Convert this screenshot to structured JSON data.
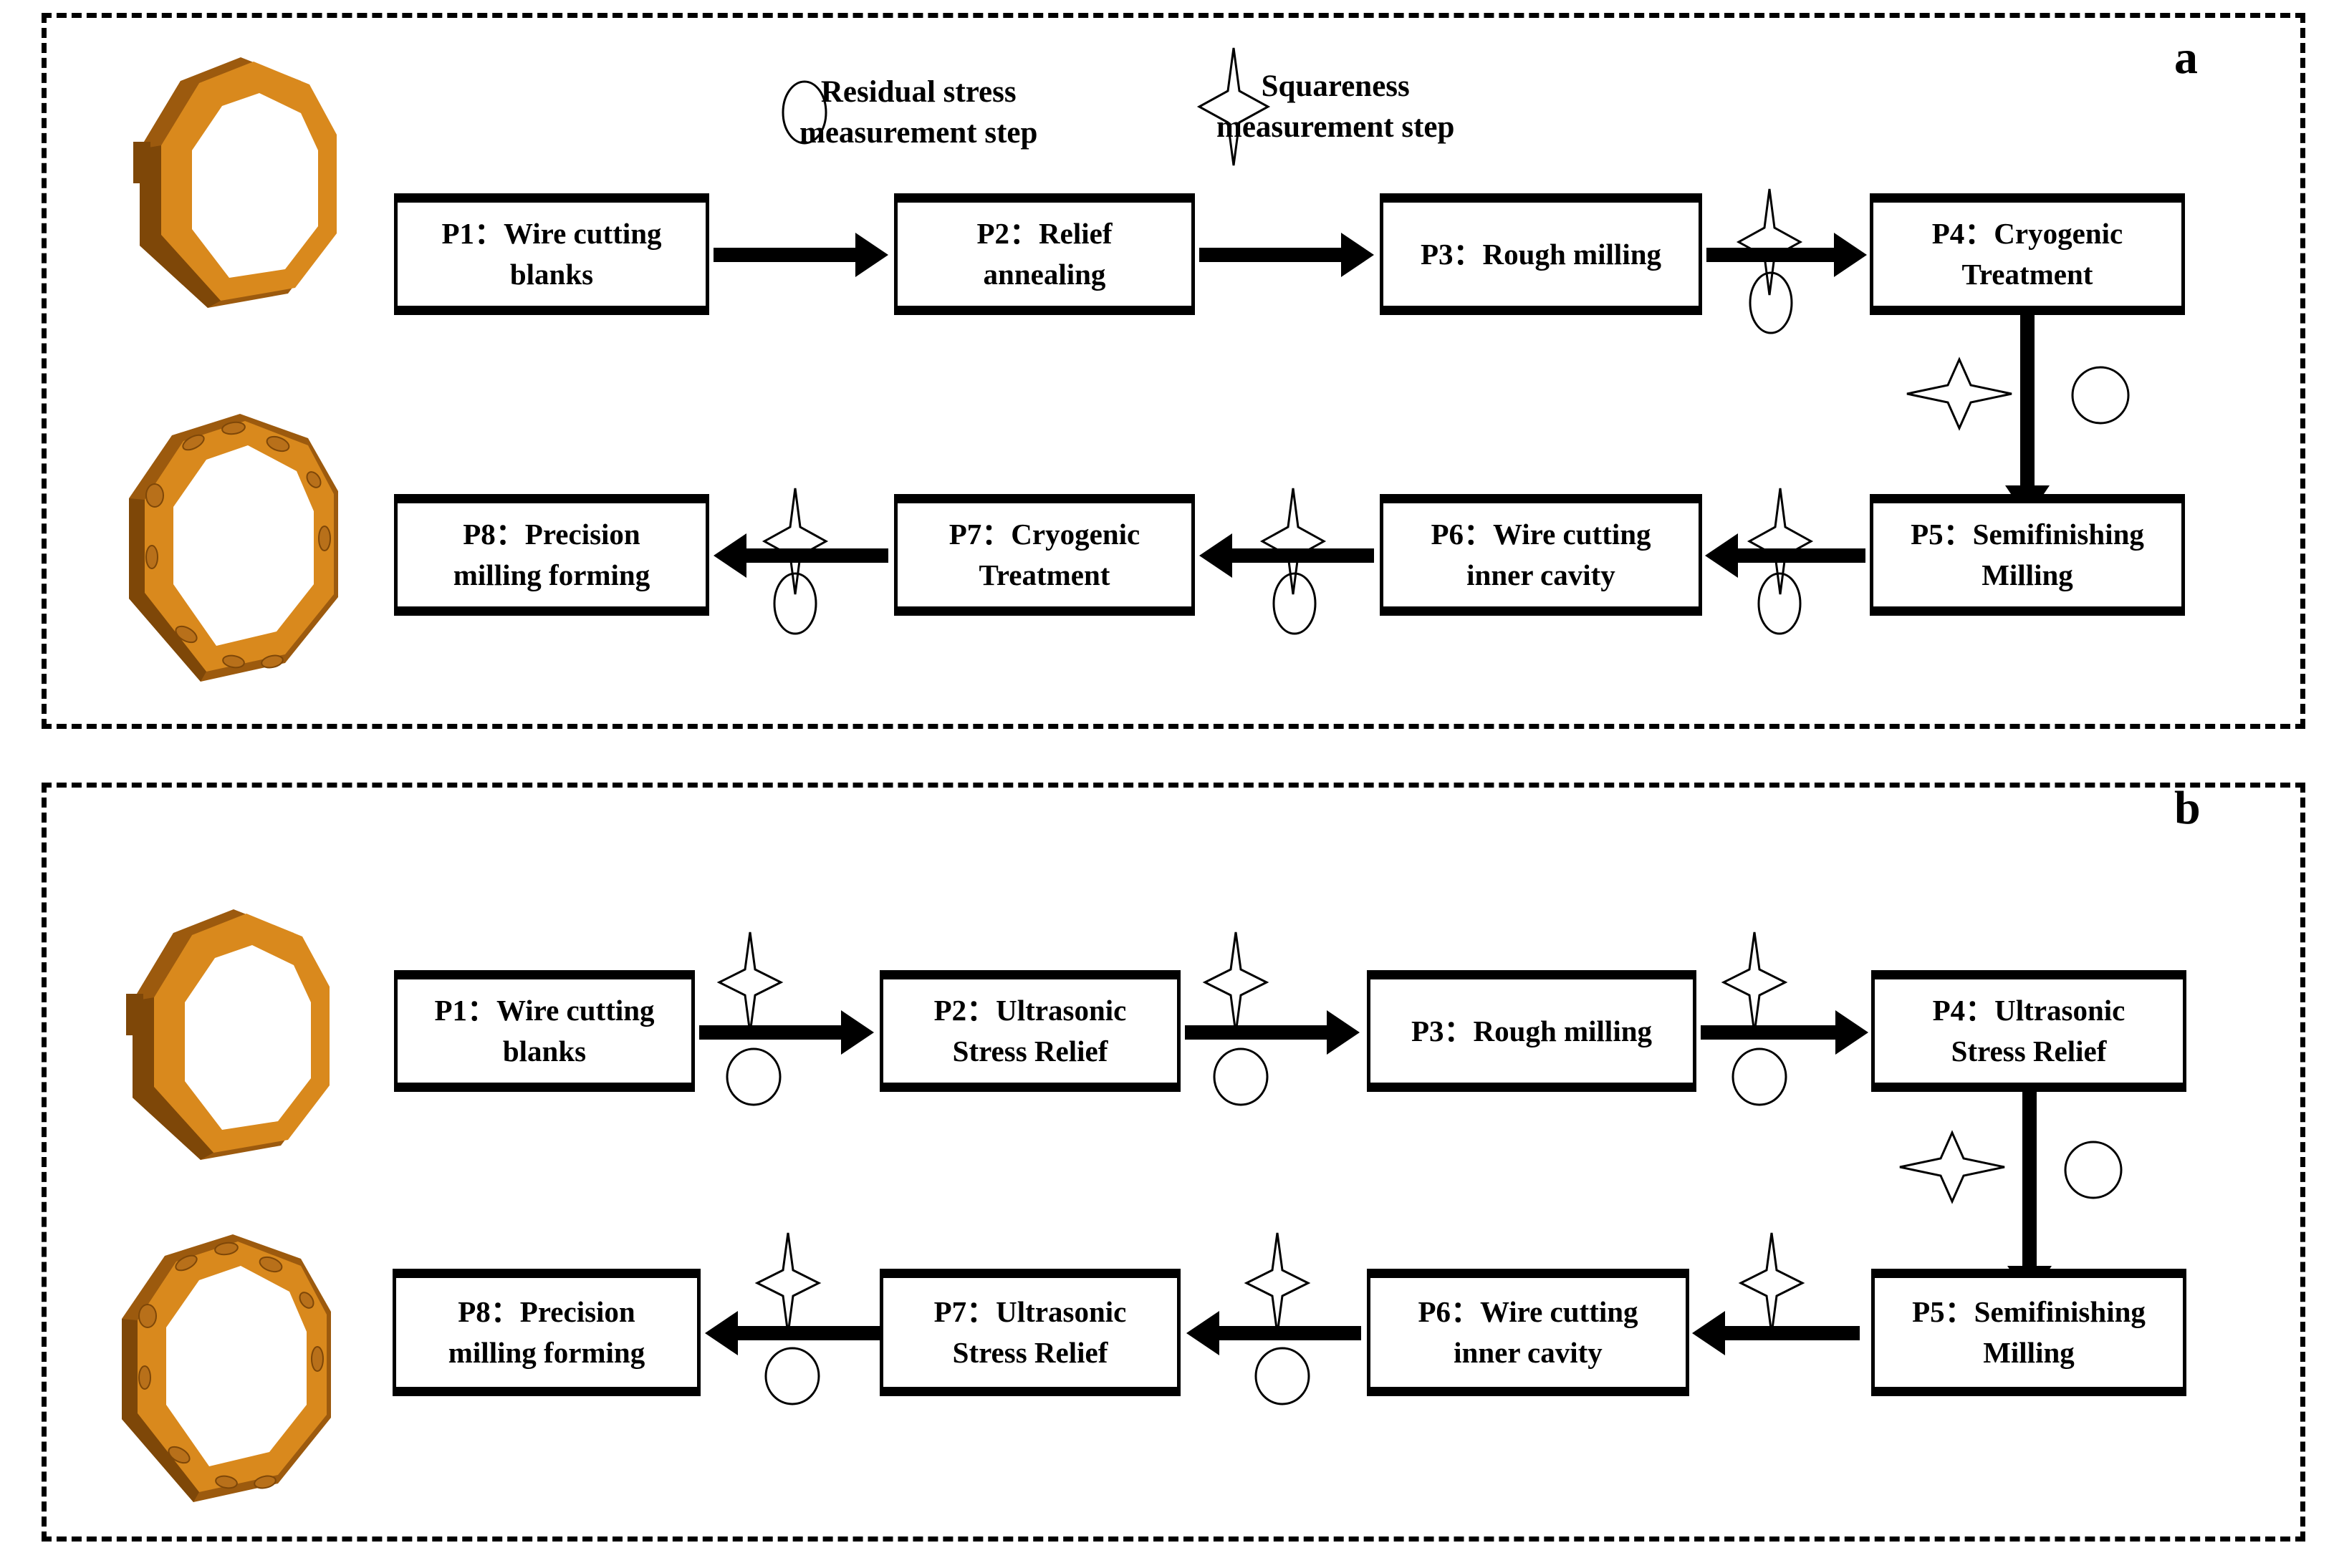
{
  "figure": {
    "panels": [
      {
        "letter": "a",
        "legend": [
          {
            "icon": "circle-marker-icon",
            "label": "Residual stress\nmeasurement step"
          },
          {
            "icon": "star-marker-icon",
            "label": "Squareness\nmeasurement step"
          }
        ],
        "part_top_name": "blank-ring-3d",
        "part_bottom_name": "machined-ring-3d",
        "row1": [
          {
            "id": "P1",
            "line1": "P1：Wire cutting",
            "line2": "blanks"
          },
          {
            "id": "P2",
            "line1": "P2：Relief",
            "line2": "annealing"
          },
          {
            "id": "P3",
            "line1": "P3：Rough milling",
            "line2": ""
          },
          {
            "id": "P4",
            "line1": "P4：Cryogenic",
            "line2": "Treatment"
          }
        ],
        "row2": [
          {
            "id": "P8",
            "line1": "P8：Precision",
            "line2": "milling forming"
          },
          {
            "id": "P7",
            "line1": "P7：Cryogenic",
            "line2": "Treatment"
          },
          {
            "id": "P6",
            "line1": "P6：Wire cutting",
            "line2": "inner cavity"
          },
          {
            "id": "P5",
            "line1": "P5：Semifinishing",
            "line2": "Milling"
          }
        ]
      },
      {
        "letter": "b",
        "legend": [],
        "part_top_name": "blank-ring-3d",
        "part_bottom_name": "machined-ring-3d",
        "row1": [
          {
            "id": "P1",
            "line1": "P1：Wire cutting",
            "line2": "blanks"
          },
          {
            "id": "P2",
            "line1": "P2：Ultrasonic",
            "line2": "Stress Relief"
          },
          {
            "id": "P3",
            "line1": "P3：Rough milling",
            "line2": ""
          },
          {
            "id": "P4",
            "line1": "P4：Ultrasonic",
            "line2": "Stress Relief"
          }
        ],
        "row2": [
          {
            "id": "P8",
            "line1": "P8：Precision",
            "line2": "milling forming"
          },
          {
            "id": "P7",
            "line1": "P7：Ultrasonic",
            "line2": "Stress Relief"
          },
          {
            "id": "P6",
            "line1": "P6：Wire cutting",
            "line2": "inner cavity"
          },
          {
            "id": "P5",
            "line1": "P5：Semifinishing",
            "line2": "Milling"
          }
        ]
      }
    ],
    "colors": {
      "part_face": "#D9891D",
      "part_side": "#9C5A0E",
      "part_dark": "#7E4708",
      "line": "#000000",
      "background": "#FFFFFF"
    }
  }
}
